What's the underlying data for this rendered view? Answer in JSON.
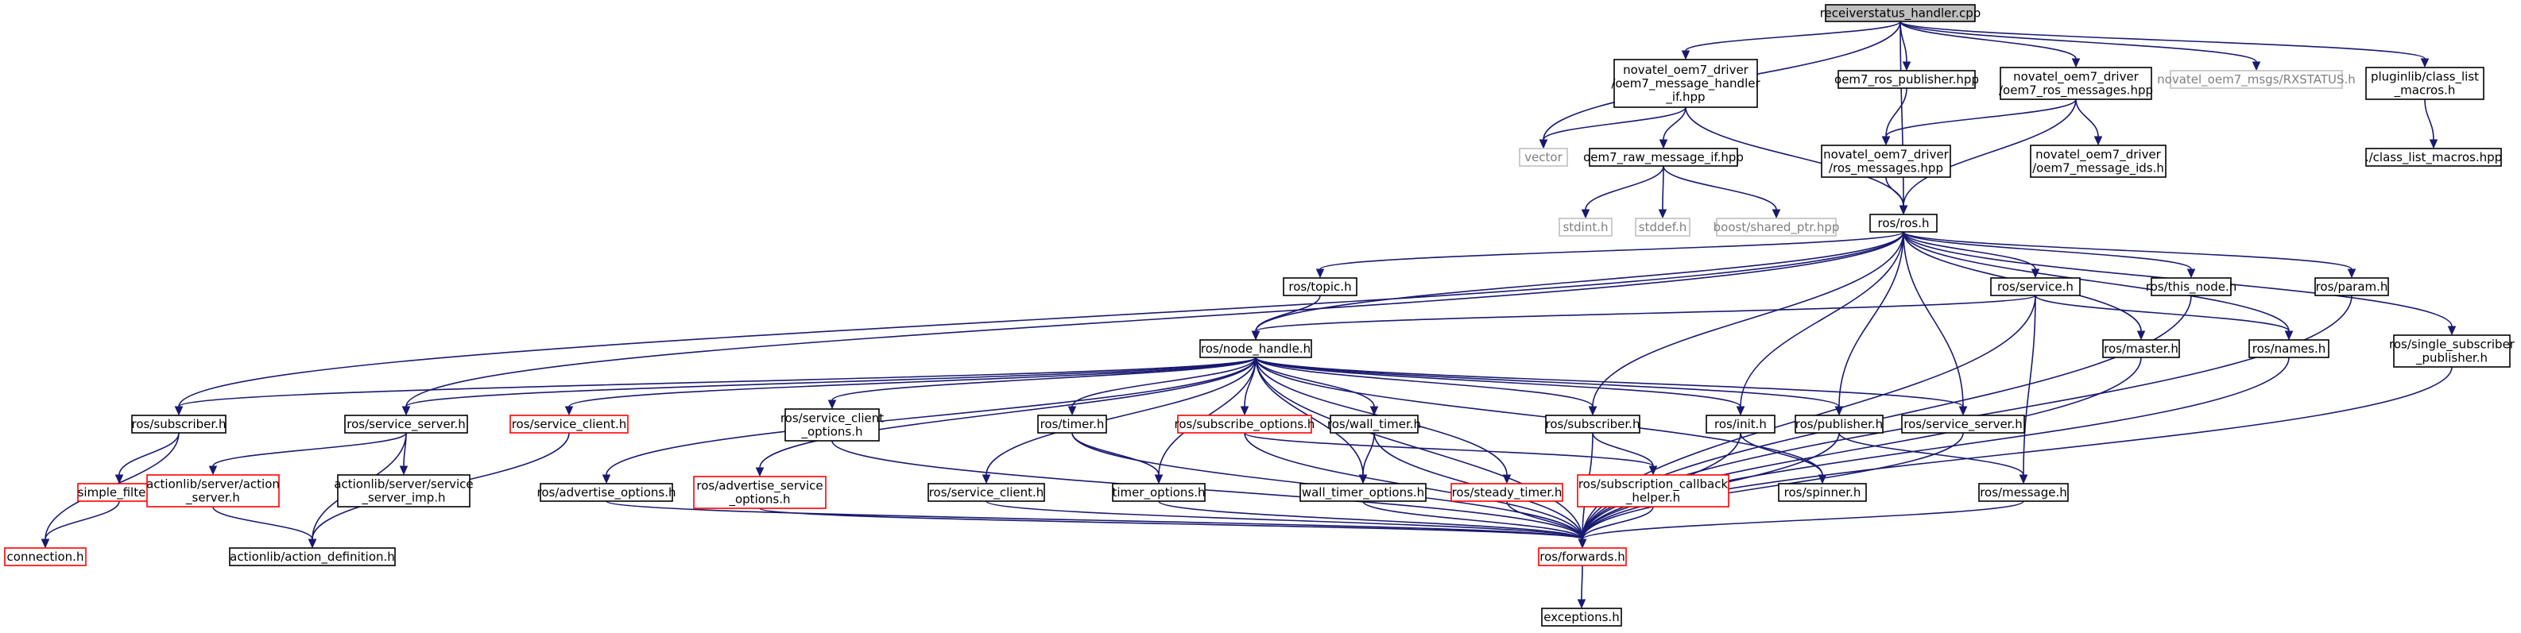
{
  "colors": {
    "edge": "#191970",
    "root_fill": "#bfbfbf",
    "doc_border": "#000000",
    "missing_border": "#ff0000",
    "external_border": "#bfbfbf",
    "external_text": "#7f7f7f"
  },
  "nodes": [
    {
      "id": "root",
      "kind": "root",
      "lines": [
        "receiverstatus_handler.cpp"
      ]
    },
    {
      "id": "handler_if",
      "kind": "doc",
      "lines": [
        "novatel_oem7_driver",
        "/oem7_message_handler",
        "_if.hpp"
      ]
    },
    {
      "id": "vector",
      "kind": "ext",
      "lines": [
        "vector"
      ]
    },
    {
      "id": "ros_pub_hpp",
      "kind": "doc",
      "lines": [
        "oem7_ros_publisher.hpp"
      ]
    },
    {
      "id": "ros_messages_hpp",
      "kind": "doc",
      "lines": [
        "novatel_oem7_driver",
        "/oem7_ros_messages.hpp"
      ]
    },
    {
      "id": "rxstatus",
      "kind": "ext",
      "lines": [
        "novatel_oem7_msgs/RXSTATUS.h"
      ]
    },
    {
      "id": "class_list",
      "kind": "doc",
      "lines": [
        "pluginlib/class_list",
        "_macros.h"
      ]
    },
    {
      "id": "raw_msg_if",
      "kind": "doc",
      "lines": [
        "oem7_raw_message_if.hpp"
      ]
    },
    {
      "id": "drv_ros_messages",
      "kind": "doc",
      "lines": [
        "novatel_oem7_driver",
        "/ros_messages.hpp"
      ]
    },
    {
      "id": "msg_ids",
      "kind": "doc",
      "lines": [
        "novatel_oem7_driver",
        "/oem7_message_ids.h"
      ]
    },
    {
      "id": "class_list2",
      "kind": "doc",
      "lines": [
        "./class_list_macros.hpp"
      ]
    },
    {
      "id": "stdint",
      "kind": "ext",
      "lines": [
        "stdint.h"
      ]
    },
    {
      "id": "stddef",
      "kind": "ext",
      "lines": [
        "stddef.h"
      ]
    },
    {
      "id": "shared_ptr",
      "kind": "ext",
      "lines": [
        "boost/shared_ptr.hpp"
      ]
    },
    {
      "id": "ros_h",
      "kind": "doc",
      "lines": [
        "ros/ros.h"
      ]
    },
    {
      "id": "topic",
      "kind": "doc",
      "lines": [
        "ros/topic.h"
      ]
    },
    {
      "id": "service",
      "kind": "doc",
      "lines": [
        "ros/service.h"
      ]
    },
    {
      "id": "this_node",
      "kind": "doc",
      "lines": [
        "ros/this_node.h"
      ]
    },
    {
      "id": "param",
      "kind": "doc",
      "lines": [
        "ros/param.h"
      ]
    },
    {
      "id": "node_handle",
      "kind": "doc",
      "lines": [
        "ros/node_handle.h"
      ]
    },
    {
      "id": "master",
      "kind": "doc",
      "lines": [
        "ros/master.h"
      ]
    },
    {
      "id": "names",
      "kind": "doc",
      "lines": [
        "ros/names.h"
      ]
    },
    {
      "id": "single_sub",
      "kind": "doc",
      "lines": [
        "ros/single_subscriber",
        "_publisher.h"
      ]
    },
    {
      "id": "subscriber_l",
      "kind": "doc",
      "lines": [
        "ros/subscriber.h"
      ]
    },
    {
      "id": "service_server_l",
      "kind": "doc",
      "lines": [
        "ros/service_server.h"
      ]
    },
    {
      "id": "service_client_red",
      "kind": "missing",
      "lines": [
        "ros/service_client.h"
      ]
    },
    {
      "id": "adv_srv_opts",
      "kind": "missing",
      "lines": [
        "ros/advertise_service",
        "_options.h"
      ]
    },
    {
      "id": "srv_client_opts",
      "kind": "doc",
      "lines": [
        "ros/service_client",
        "_options.h"
      ]
    },
    {
      "id": "timer",
      "kind": "doc",
      "lines": [
        "ros/timer.h"
      ]
    },
    {
      "id": "sub_opts",
      "kind": "missing",
      "lines": [
        "ros/subscribe_options.h"
      ]
    },
    {
      "id": "wall_timer",
      "kind": "doc",
      "lines": [
        "ros/wall_timer.h"
      ]
    },
    {
      "id": "subscriber_m",
      "kind": "doc",
      "lines": [
        "ros/subscriber.h"
      ]
    },
    {
      "id": "init",
      "kind": "doc",
      "lines": [
        "ros/init.h"
      ]
    },
    {
      "id": "publisher",
      "kind": "doc",
      "lines": [
        "ros/publisher.h"
      ]
    },
    {
      "id": "service_server_r",
      "kind": "doc",
      "lines": [
        "ros/service_server.h"
      ]
    },
    {
      "id": "simple_filter",
      "kind": "missing",
      "lines": [
        "simple_filter.h"
      ]
    },
    {
      "id": "action_server",
      "kind": "missing",
      "lines": [
        "actionlib/server/action",
        "_server.h"
      ]
    },
    {
      "id": "action_server_imp",
      "kind": "doc",
      "lines": [
        "actionlib/server/service",
        "_server_imp.h"
      ]
    },
    {
      "id": "adv_opts",
      "kind": "doc",
      "lines": [
        "ros/advertise_options.h"
      ]
    },
    {
      "id": "service_client_b",
      "kind": "doc",
      "lines": [
        "ros/service_client.h"
      ]
    },
    {
      "id": "timer_opts",
      "kind": "doc",
      "lines": [
        "timer_options.h"
      ]
    },
    {
      "id": "wall_timer_opts",
      "kind": "doc",
      "lines": [
        "wall_timer_options.h"
      ]
    },
    {
      "id": "steady_timer",
      "kind": "missing",
      "lines": [
        "ros/steady_timer.h"
      ]
    },
    {
      "id": "sub_cb_helper",
      "kind": "missing",
      "lines": [
        "ros/subscription_callback",
        "_helper.h"
      ]
    },
    {
      "id": "spinner",
      "kind": "doc",
      "lines": [
        "ros/spinner.h"
      ]
    },
    {
      "id": "message",
      "kind": "doc",
      "lines": [
        "ros/message.h"
      ]
    },
    {
      "id": "connection",
      "kind": "missing",
      "lines": [
        "connection.h"
      ]
    },
    {
      "id": "action_def",
      "kind": "doc",
      "lines": [
        "actionlib/action_definition.h"
      ]
    },
    {
      "id": "forwards",
      "kind": "missing",
      "lines": [
        "ros/forwards.h"
      ]
    },
    {
      "id": "exceptions",
      "kind": "doc",
      "lines": [
        "exceptions.h"
      ]
    }
  ],
  "edges": [
    [
      "root",
      "handler_if"
    ],
    [
      "root",
      "vector"
    ],
    [
      "root",
      "ros_pub_hpp"
    ],
    [
      "root",
      "ros_messages_hpp"
    ],
    [
      "root",
      "rxstatus"
    ],
    [
      "root",
      "class_list"
    ],
    [
      "root",
      "ros_h"
    ],
    [
      "handler_if",
      "vector"
    ],
    [
      "handler_if",
      "raw_msg_if"
    ],
    [
      "handler_if",
      "ros_h"
    ],
    [
      "ros_pub_hpp",
      "drv_ros_messages"
    ],
    [
      "ros_messages_hpp",
      "drv_ros_messages"
    ],
    [
      "ros_messages_hpp",
      "msg_ids"
    ],
    [
      "ros_messages_hpp",
      "ros_h"
    ],
    [
      "class_list",
      "class_list2"
    ],
    [
      "raw_msg_if",
      "stdint"
    ],
    [
      "raw_msg_if",
      "stddef"
    ],
    [
      "raw_msg_if",
      "shared_ptr"
    ],
    [
      "drv_ros_messages",
      "ros_h"
    ],
    [
      "ros_h",
      "topic"
    ],
    [
      "ros_h",
      "service"
    ],
    [
      "ros_h",
      "this_node"
    ],
    [
      "ros_h",
      "param"
    ],
    [
      "ros_h",
      "node_handle"
    ],
    [
      "ros_h",
      "master"
    ],
    [
      "ros_h",
      "names"
    ],
    [
      "ros_h",
      "single_sub"
    ],
    [
      "ros_h",
      "subscriber_l"
    ],
    [
      "ros_h",
      "service_server_l"
    ],
    [
      "ros_h",
      "subscriber_m"
    ],
    [
      "ros_h",
      "init"
    ],
    [
      "ros_h",
      "publisher"
    ],
    [
      "ros_h",
      "service_server_r"
    ],
    [
      "topic",
      "node_handle"
    ],
    [
      "service",
      "node_handle"
    ],
    [
      "service",
      "names"
    ],
    [
      "service",
      "message"
    ],
    [
      "service",
      "forwards"
    ],
    [
      "this_node",
      "forwards"
    ],
    [
      "param",
      "forwards"
    ],
    [
      "master",
      "forwards"
    ],
    [
      "names",
      "forwards"
    ],
    [
      "single_sub",
      "forwards"
    ],
    [
      "node_handle",
      "subscriber_l"
    ],
    [
      "node_handle",
      "service_server_l"
    ],
    [
      "node_handle",
      "service_client_red"
    ],
    [
      "node_handle",
      "adv_srv_opts"
    ],
    [
      "node_handle",
      "srv_client_opts"
    ],
    [
      "node_handle",
      "timer"
    ],
    [
      "node_handle",
      "sub_opts"
    ],
    [
      "node_handle",
      "wall_timer"
    ],
    [
      "node_handle",
      "subscriber_m"
    ],
    [
      "node_handle",
      "init"
    ],
    [
      "node_handle",
      "publisher"
    ],
    [
      "node_handle",
      "service_server_r"
    ],
    [
      "node_handle",
      "adv_opts"
    ],
    [
      "node_handle",
      "service_client_b"
    ],
    [
      "node_handle",
      "timer_opts"
    ],
    [
      "node_handle",
      "wall_timer_opts"
    ],
    [
      "node_handle",
      "steady_timer"
    ],
    [
      "node_handle",
      "spinner"
    ],
    [
      "node_handle",
      "forwards"
    ],
    [
      "subscriber_l",
      "simple_filter"
    ],
    [
      "subscriber_l",
      "connection"
    ],
    [
      "simple_filter",
      "connection"
    ],
    [
      "service_server_l",
      "action_server"
    ],
    [
      "service_server_l",
      "action_server_imp"
    ],
    [
      "service_server_l",
      "action_def"
    ],
    [
      "action_server",
      "action_def"
    ],
    [
      "service_client_red",
      "action_def"
    ],
    [
      "adv_srv_opts",
      "forwards"
    ],
    [
      "srv_client_opts",
      "forwards"
    ],
    [
      "timer",
      "timer_opts"
    ],
    [
      "timer",
      "forwards"
    ],
    [
      "sub_opts",
      "sub_cb_helper"
    ],
    [
      "sub_opts",
      "forwards"
    ],
    [
      "wall_timer",
      "wall_timer_opts"
    ],
    [
      "wall_timer",
      "forwards"
    ],
    [
      "subscriber_m",
      "sub_cb_helper"
    ],
    [
      "subscriber_m",
      "forwards"
    ],
    [
      "init",
      "spinner"
    ],
    [
      "init",
      "forwards"
    ],
    [
      "publisher",
      "message"
    ],
    [
      "publisher",
      "forwards"
    ],
    [
      "service_server_r",
      "forwards"
    ],
    [
      "adv_opts",
      "forwards"
    ],
    [
      "service_client_b",
      "forwards"
    ],
    [
      "timer_opts",
      "forwards"
    ],
    [
      "wall_timer_opts",
      "forwards"
    ],
    [
      "steady_timer",
      "forwards"
    ],
    [
      "sub_cb_helper",
      "forwards"
    ],
    [
      "message",
      "forwards"
    ],
    [
      "forwards",
      "exceptions"
    ]
  ]
}
